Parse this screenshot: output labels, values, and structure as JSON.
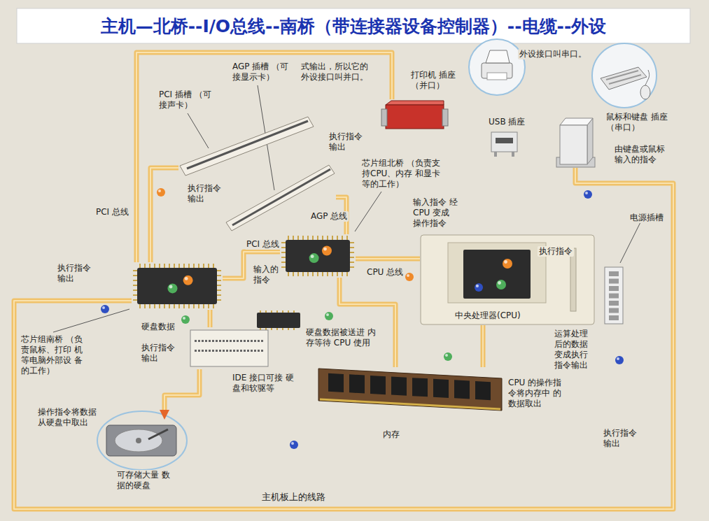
{
  "diagram": {
    "title": "主机—北桥--I/O总线--南桥（带连接器设备控制器）--电缆--外设",
    "nodes": [
      {
        "text": [
          "PCI 插槽 （可接声卡）"
        ]
      },
      {
        "text": [
          "AGP 插槽 （可接显示卡）"
        ]
      },
      {
        "text": [
          "打印机 插座（并口）"
        ]
      },
      {
        "text": [
          "USB 插座"
        ]
      },
      {
        "text": [
          "鼠标和键盘 插座（串口）"
        ]
      },
      {
        "text": [
          "芯片组北桥 （负责支持CPU、内存 和显卡等的工作）"
        ]
      },
      {
        "text": [
          "电源插槽"
        ]
      },
      {
        "text": [
          "芯片组南桥 （负责鼠标、打印 机等电脑外部设 备的工作）"
        ]
      },
      {
        "text": [
          "中央处理器(CPU)"
        ]
      },
      {
        "text": [
          "IDE 接口可接 硬盘和软驱等"
        ]
      },
      {
        "text": [
          "内存"
        ]
      },
      {
        "text": [
          "可存储大量 数据的硬盘"
        ]
      }
    ],
    "edges": [
      {
        "from": 7,
        "to": 0,
        "label": "PCI 总线",
        "arrow": "none"
      },
      {
        "from": 5,
        "to": 1,
        "label": "AGP 总线",
        "arrow": "none"
      },
      {
        "from": 7,
        "to": 5,
        "label": "PCI 总线",
        "arrow": "none"
      },
      {
        "from": 5,
        "to": 8,
        "label": "CPU 总线",
        "arrow": "none"
      },
      {
        "from": 5,
        "to": 10,
        "arrow": "none"
      },
      {
        "from": 7,
        "to": 9,
        "arrow": "none"
      },
      {
        "from": 9,
        "to": 11,
        "arrow": "to"
      },
      {
        "from": 7,
        "to": 2,
        "arrow": "none"
      },
      {
        "from": 7,
        "to": 4,
        "arrow": "none"
      },
      {
        "from": 8,
        "to": 10,
        "arrow": "none"
      }
    ],
    "labels": [
      "式输出，所以它的 外设接口叫并口。",
      "外设接口叫串口。",
      "由键盘或鼠标 输入的指令",
      "执行指令 输出",
      "执行指令 输出",
      "输入指令 经 CPU 变成 操作指令",
      "执行指令",
      "执行指令 输出",
      "输入的 指令",
      "运算处理 后的数据 变成执行 指令输出",
      "硬盘数据",
      "执行指令 输出",
      "硬盘数据被送进 内存等待 CPU 使用",
      "CPU 的操作指 令将内存中 的数据取出",
      "操作指令将数据 从硬盘中取出",
      "执行指令 输出",
      "主机板上的线路"
    ]
  }
}
